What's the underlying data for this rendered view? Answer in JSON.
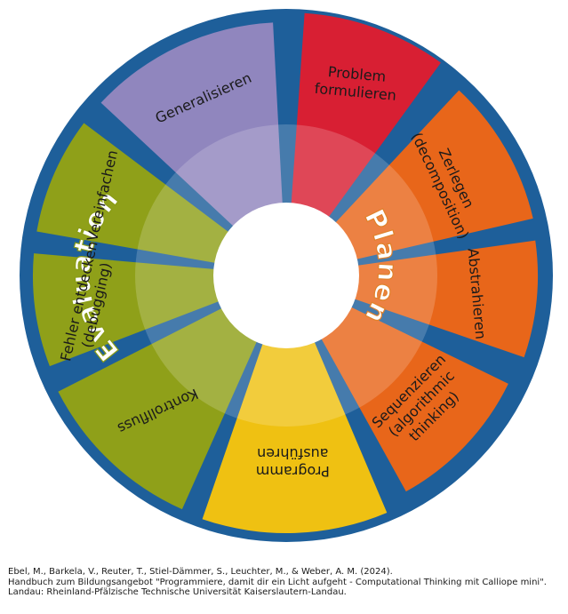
{
  "segments": [
    {
      "id": "problem",
      "lines": [
        "Problem",
        "formulieren"
      ],
      "color": "#d81f33",
      "text_color": "#1a1a1a"
    },
    {
      "id": "zerlegen",
      "lines": [
        "Zerlegen",
        "(decomposition)"
      ],
      "color": "#e8661a",
      "text_color": "#1a1a1a"
    },
    {
      "id": "abstrahieren",
      "lines": [
        "Abstrahieren"
      ],
      "color": "#e8661a",
      "text_color": "#1a1a1a"
    },
    {
      "id": "sequenzieren",
      "lines": [
        "Sequenzieren",
        "(algorithmic",
        "thinking)"
      ],
      "color": "#e8661a",
      "text_color": "#1a1a1a"
    },
    {
      "id": "ausfuehren",
      "lines": [
        "Programm",
        "ausführen"
      ],
      "color": "#efc112",
      "text_color": "#1a1a1a"
    },
    {
      "id": "kontrollfluss",
      "lines": [
        "Kontrollfluss"
      ],
      "color": "#8fa019",
      "text_color": "#1a1a1a"
    },
    {
      "id": "fehler",
      "lines": [
        "Fehler entdecken",
        "(debugging)"
      ],
      "color": "#8fa019",
      "text_color": "#1a1a1a"
    },
    {
      "id": "vereinfachen",
      "lines": [
        "Vereinfachen"
      ],
      "color": "#8fa019",
      "text_color": "#1a1a1a"
    },
    {
      "id": "generalisieren",
      "lines": [
        "Generalisieren"
      ],
      "color": "#9086be",
      "text_color": "#1a1a1a"
    }
  ],
  "phases": {
    "planen": "Planen",
    "evaluation": "Evaluation"
  },
  "colors": {
    "ring_border": "#1e5f9a",
    "background": "#ffffff"
  },
  "citation": {
    "line1": "Ebel, M., Barkela, V., Reuter, T., Stiel-Dämmer, S., Leuchter, M., & Weber, A. M. (2024).",
    "line2": "Handbuch zum Bildungsangebot \"Programmiere, damit dir ein Licht aufgeht - Computational Thinking mit Calliope mini\".",
    "line3": "Landau: Rheinland-Pfälzische Technische Universität Kaiserslautern-Landau."
  }
}
